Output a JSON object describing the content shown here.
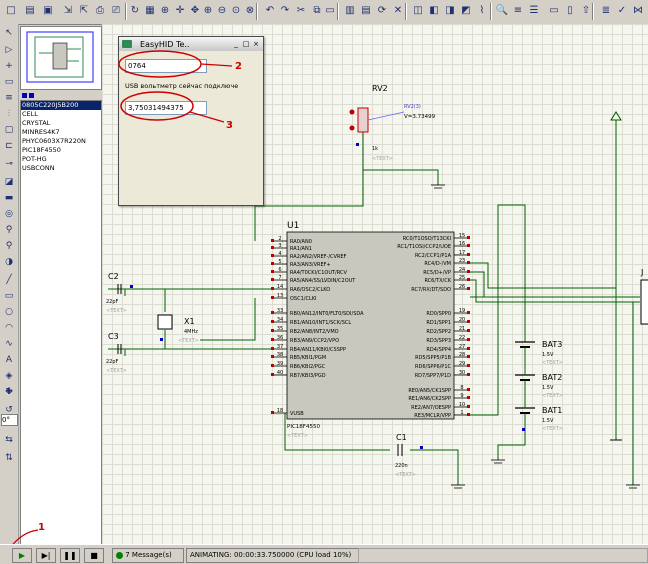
{
  "toolbar": {
    "icons": [
      "new-file-icon",
      "open-icon",
      "save-icon",
      "import-icon",
      "export-icon",
      "print-icon",
      "print-setup-icon",
      "refresh-icon",
      "grid-icon",
      "origin-icon",
      "crosshair-icon",
      "pan-icon",
      "zoom-in-icon",
      "zoom-out-icon",
      "zoom-all-icon",
      "zoom-area-icon",
      "undo-icon",
      "redo-icon",
      "cut-icon",
      "copy-icon",
      "paste-icon",
      "block-copy-icon",
      "block-move-icon",
      "block-rotate-icon",
      "block-delete-icon",
      "pick-device-icon",
      "make-device-icon",
      "package-icon",
      "decompose-icon",
      "wire-autorouter-icon",
      "search-icon",
      "property-icon",
      "design-explorer-icon",
      "new-sheet-icon",
      "remove-sheet-icon",
      "exit-parent-icon",
      "bom-icon",
      "erc-icon",
      "netlist-icon"
    ]
  },
  "device_list": {
    "items": [
      "0805C220J5B200",
      "CELL",
      "CRYSTAL",
      "MINRES4K7",
      "PHYC0603X7R220N",
      "PIC18F4550",
      "POT-HG",
      "USBCONN"
    ],
    "selected": 0
  },
  "dialog": {
    "title": "EasyHID Te..",
    "field1_value": "0764",
    "label": "USB вольтметр сейчас подключе",
    "field2_value": "3,75031494375",
    "controls": [
      "_",
      "□",
      "×"
    ]
  },
  "annotations": {
    "a1": "1",
    "a2": "2",
    "a3": "3"
  },
  "schematic": {
    "u1_label": "U1",
    "u1_part": "PIC18F4550",
    "text_tag": "<TEXT>",
    "left_pins": [
      {
        "num": "2",
        "name": "RA0/AN0"
      },
      {
        "num": "3",
        "name": "RA1/AN1"
      },
      {
        "num": "4",
        "name": "RA2/AN2/VREF-/CVREF"
      },
      {
        "num": "5",
        "name": "RA3/AN3/VREF+"
      },
      {
        "num": "6",
        "name": "RA4/T0CKI/C1OUT/RCV"
      },
      {
        "num": "7",
        "name": "RA5/AN4/SS/LVDIN/C2OUT"
      },
      {
        "num": "14",
        "name": "RA6/OSC2/CLKO"
      },
      {
        "num": "13",
        "name": "OSC1/CLKI"
      },
      {
        "num": "33",
        "name": "RB0/AN12/INT0/FLT0/SDI/SDA"
      },
      {
        "num": "34",
        "name": "RB1/AN10/INT1/SCK/SCL"
      },
      {
        "num": "35",
        "name": "RB2/AN8/INT2/VMO"
      },
      {
        "num": "36",
        "name": "RB3/AN9/CCP2/VPO"
      },
      {
        "num": "37",
        "name": "RB4/AN11/KBI0/CSSPP"
      },
      {
        "num": "38",
        "name": "RB5/KBI1/PGM"
      },
      {
        "num": "39",
        "name": "RB6/KBI2/PGC"
      },
      {
        "num": "40",
        "name": "RB7/KBI3/PGD"
      },
      {
        "num": "18",
        "name": "VUSB"
      }
    ],
    "right_pins": [
      {
        "num": "15",
        "name": "RC0/T1OSO/T13CKI"
      },
      {
        "num": "16",
        "name": "RC1/T1OSI/CCP2/UOE"
      },
      {
        "num": "17",
        "name": "RC2/CCP1/P1A"
      },
      {
        "num": "23",
        "name": "RC4/D-/VM"
      },
      {
        "num": "24",
        "name": "RC5/D+/VP"
      },
      {
        "num": "25",
        "name": "RC6/TX/CK"
      },
      {
        "num": "26",
        "name": "RC7/RX/DT/SDO"
      },
      {
        "num": "19",
        "name": "RD0/SPP0"
      },
      {
        "num": "20",
        "name": "RD1/SPP1"
      },
      {
        "num": "21",
        "name": "RD2/SPP2"
      },
      {
        "num": "22",
        "name": "RD3/SPP3"
      },
      {
        "num": "27",
        "name": "RD4/SPP4"
      },
      {
        "num": "28",
        "name": "RD5/SPP5/P1B"
      },
      {
        "num": "29",
        "name": "RD6/SPP6/P1C"
      },
      {
        "num": "30",
        "name": "RD7/SPP7/P1D"
      },
      {
        "num": "8",
        "name": "RE0/AN5/CK1SPP"
      },
      {
        "num": "9",
        "name": "RE1/AN6/CK2SPP"
      },
      {
        "num": "10",
        "name": "RE2/AN7/OESPP"
      },
      {
        "num": "1",
        "name": "RE3/MCLR/VPP"
      }
    ],
    "c2": {
      "ref": "C2",
      "value": "22pF"
    },
    "c3": {
      "ref": "C3",
      "value": "22pF"
    },
    "x1": {
      "ref": "X1",
      "value": "4MHz"
    },
    "c1": {
      "ref": "C1",
      "value": "220n"
    },
    "rv2": {
      "ref": "RV2",
      "value": "1k",
      "probe": "RV2(3)",
      "probe_value": "V=3.73499"
    },
    "bat3": {
      "ref": "BAT3",
      "value": "1.5V"
    },
    "bat2": {
      "ref": "BAT2",
      "value": "1.5V"
    },
    "bat1": {
      "ref": "BAT1",
      "value": "1.5V"
    },
    "j_ref": "J"
  },
  "lefttools": {
    "icons": [
      "selection-icon",
      "component-icon",
      "junction-icon",
      "wire-label-icon",
      "text-script-icon",
      "bus-icon",
      "subcircuit-icon",
      "terminal-icon",
      "device-pin-icon",
      "graph-icon",
      "tape-icon",
      "generator-icon",
      "voltage-probe-icon",
      "current-probe-icon",
      "virtual-instrument-icon",
      "line-icon",
      "box-icon",
      "circle-icon",
      "arc-icon",
      "path-icon",
      "text-icon",
      "symbol-icon",
      "marker-icon",
      "rotate-cw-icon",
      "rotate-ccw-icon",
      "flip-h-icon",
      "flip-v-icon"
    ],
    "angle_value": "0°"
  },
  "statusbar": {
    "messages": "7 Message(s)",
    "animating": "ANIMATING: 00:00:33.750000 (CPU load 10%)"
  },
  "colors": {
    "wire": "#006000",
    "body": "#c8c8be",
    "pin_red": "#c00000",
    "annot": "#cc0000",
    "pin_blue": "#0000c0"
  }
}
